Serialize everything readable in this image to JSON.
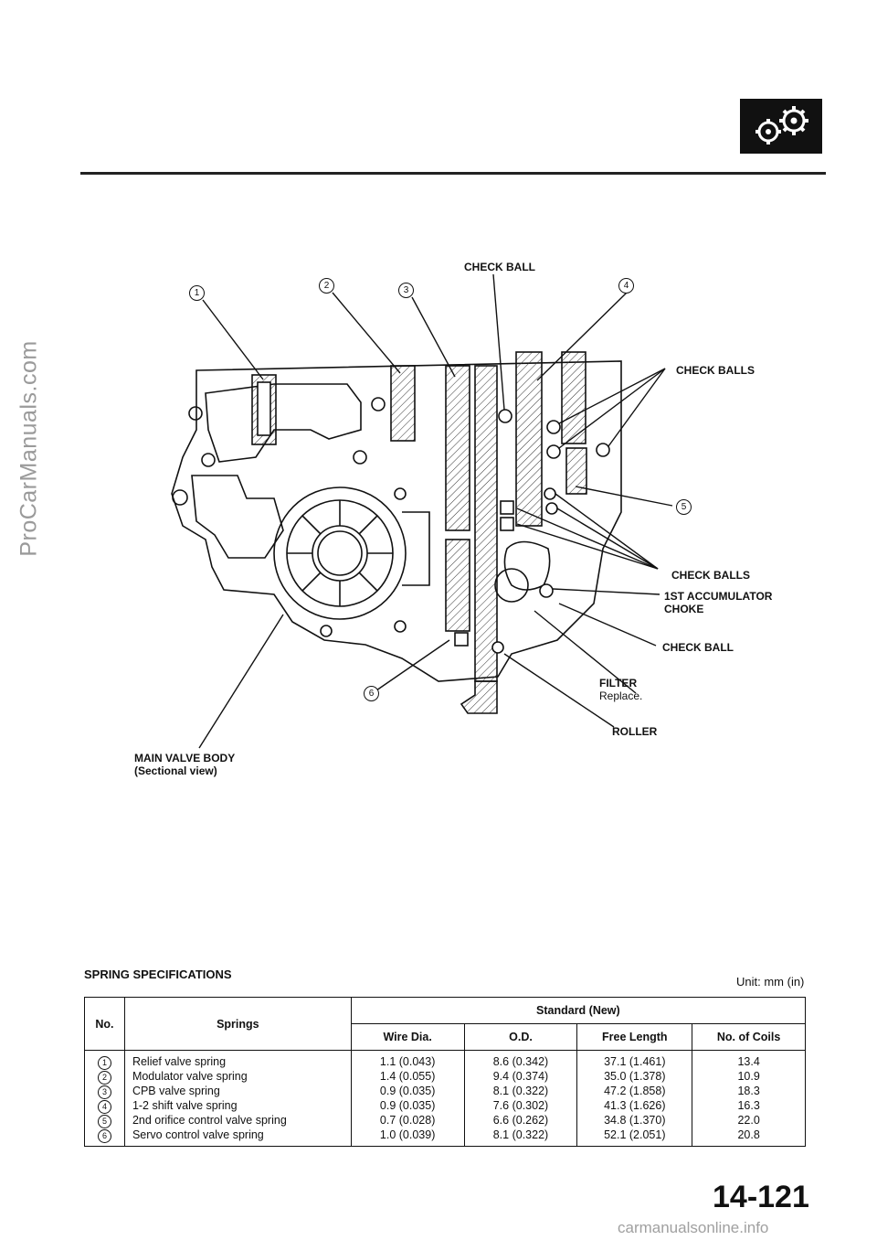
{
  "watermark": {
    "text": "ProCarManuals.com"
  },
  "logo": {
    "icon": "gears-icon"
  },
  "diagram": {
    "callouts": {
      "check_ball_top": "CHECK BALL",
      "check_balls_upper": "CHECK BALLS",
      "check_balls_lower": "CHECK BALLS",
      "accumulator": "1ST ACCUMULATOR",
      "accumulator_sub": "CHOKE",
      "check_ball_right": "CHECK BALL",
      "filter": "FILTER",
      "filter_sub": "Replace.",
      "roller": "ROLLER"
    },
    "numbers": {
      "n1": "1",
      "n2": "2",
      "n3": "3",
      "n4": "4",
      "n5": "5",
      "n6": "6"
    },
    "caption": {
      "title": "MAIN VALVE BODY",
      "sub": "(Sectional view)"
    }
  },
  "spring_specs": {
    "title": "SPRING SPECIFICATIONS",
    "unit": "Unit: mm (in)",
    "headers": {
      "no": "No.",
      "springs": "Springs",
      "standard": "Standard (New)",
      "wire": "Wire Dia.",
      "od": "O.D.",
      "free_length": "Free Length",
      "coils": "No. of Coils"
    },
    "rows": [
      {
        "no": "1",
        "name": "Relief valve spring",
        "wire": "1.1 (0.043)",
        "od": "8.6 (0.342)",
        "free_length": "37.1 (1.461)",
        "coils": "13.4"
      },
      {
        "no": "2",
        "name": "Modulator valve spring",
        "wire": "1.4 (0.055)",
        "od": "9.4 (0.374)",
        "free_length": "35.0 (1.378)",
        "coils": "10.9"
      },
      {
        "no": "3",
        "name": "CPB valve spring",
        "wire": "0.9 (0.035)",
        "od": "8.1 (0.322)",
        "free_length": "47.2 (1.858)",
        "coils": "18.3"
      },
      {
        "no": "4",
        "name": "1-2 shift valve spring",
        "wire": "0.9 (0.035)",
        "od": "7.6 (0.302)",
        "free_length": "41.3 (1.626)",
        "coils": "16.3"
      },
      {
        "no": "5",
        "name": "2nd orifice control valve spring",
        "wire": "0.7 (0.028)",
        "od": "6.6 (0.262)",
        "free_length": "34.8 (1.370)",
        "coils": "22.0"
      },
      {
        "no": "6",
        "name": "Servo control valve spring",
        "wire": "1.0 (0.039)",
        "od": "8.1 (0.322)",
        "free_length": "52.1 (2.051)",
        "coils": "20.8"
      }
    ]
  },
  "page_number": "14-121",
  "footer": {
    "site": "carmanualsonline.info"
  }
}
